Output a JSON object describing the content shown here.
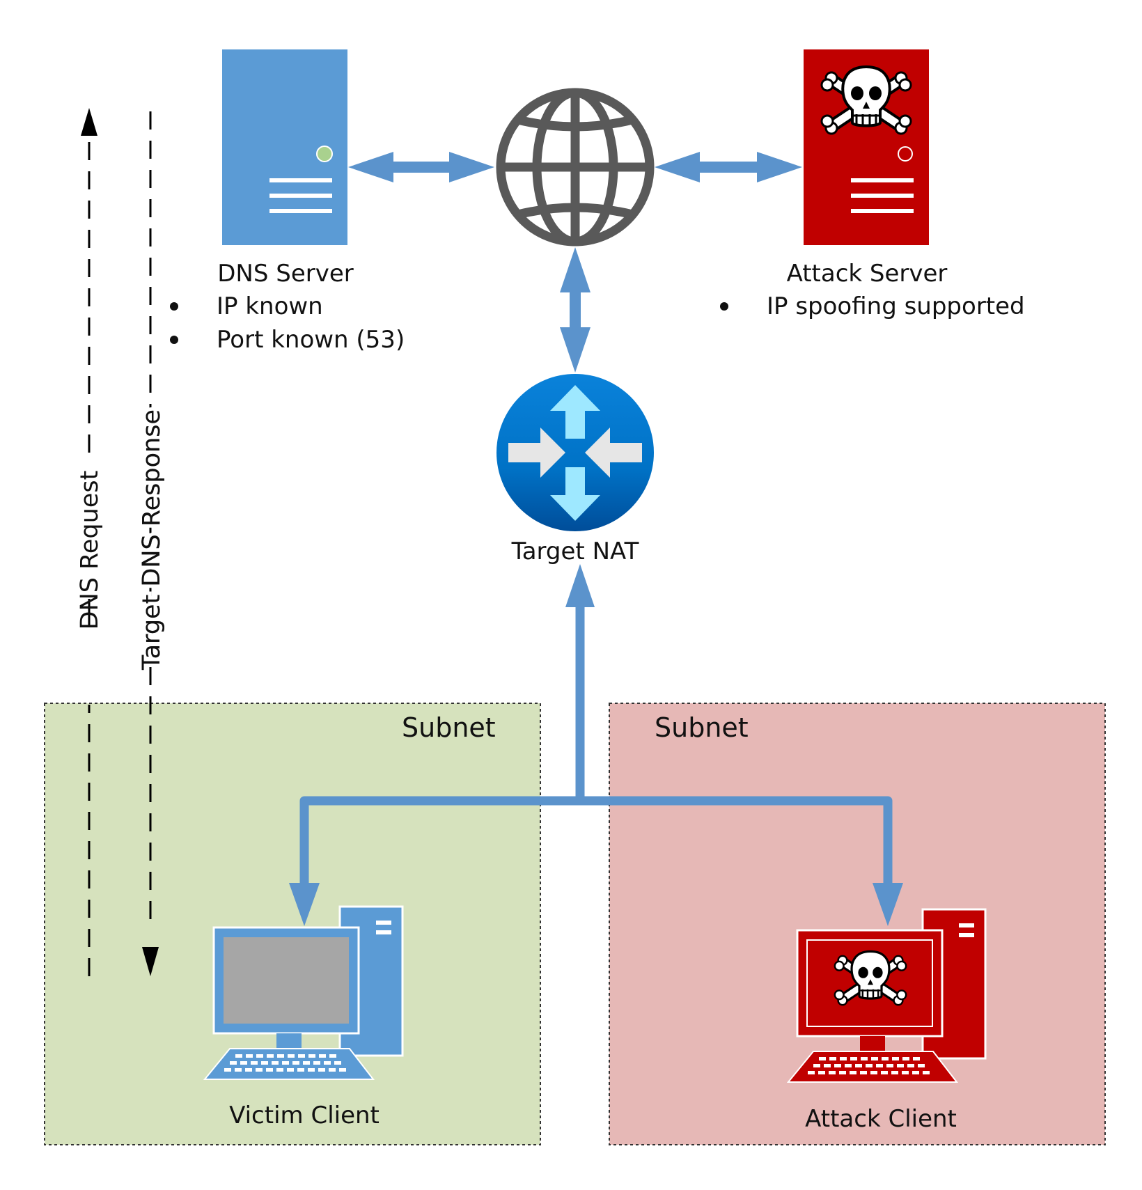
{
  "nodes": {
    "dns_server": {
      "label": "DNS Server",
      "bullets": [
        "IP known",
        "Port known (53)"
      ]
    },
    "internet": {
      "icon": "globe-icon"
    },
    "attack_server": {
      "label": "Attack Server",
      "bullets": [
        "IP spoofing supported"
      ]
    },
    "target_nat": {
      "label": "Target NAT",
      "icon": "router-icon"
    },
    "victim_client": {
      "label": "Victim Client",
      "icon": "desktop-computer-icon"
    },
    "attack_client": {
      "label": "Attack Client",
      "icon": "skull-computer-icon"
    }
  },
  "subnets": {
    "left": {
      "label": "Subnet"
    },
    "right": {
      "label": "Subnet"
    }
  },
  "flows": {
    "request": {
      "label": "DNS Request"
    },
    "response": {
      "label": "Target DNS Response"
    }
  },
  "colors": {
    "dns_blue": "#5b9bd5",
    "attack_red": "#c00000",
    "globe_gray": "#595959",
    "router_blue": "#0072c6",
    "router_arrow": "#9ee8ff",
    "subnet_green": "#d6e2bd",
    "subnet_red": "#e6b8b6",
    "link": "#5b93cc",
    "screen_gray": "#a6a6a6"
  }
}
